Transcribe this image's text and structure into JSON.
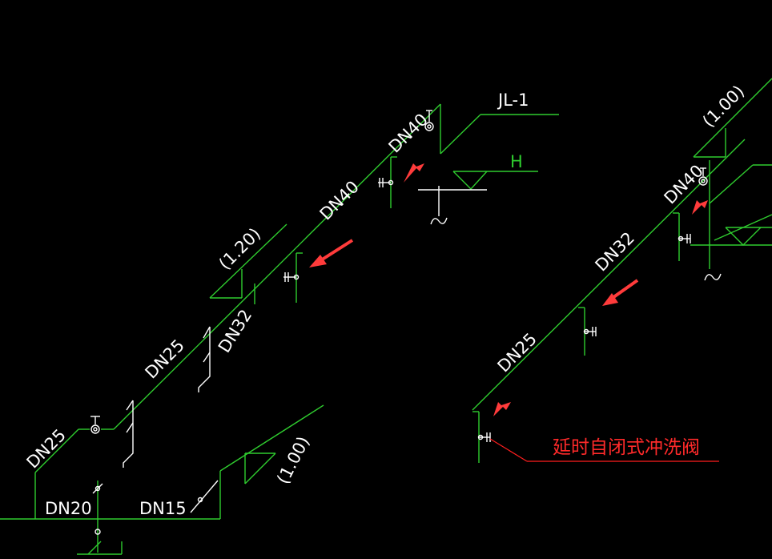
{
  "labels": {
    "riser": "JL-1",
    "h_mark": "H",
    "dn40_top": "DN40",
    "dn40_mid": "DN40",
    "elev_120": "(1.20)",
    "dn32_left": "DN32",
    "dn25_left_mid": "DN25",
    "dn25_left_bottom": "DN25",
    "dn20": "DN20",
    "dn15": "DN15",
    "elev_100_left": "(1.00)",
    "elev_100_right": "(1.00)",
    "dn40_right": "DN40",
    "dn32_right": "DN32",
    "dn25_right": "DN25",
    "valve_note": "延时自闭式冲洗阀"
  },
  "colors": {
    "pipe": "#2fcc2f",
    "fixture": "#ffffff",
    "annotation": "#ff1e1e",
    "arrow": "#ff3b3b",
    "background": "#000000"
  }
}
